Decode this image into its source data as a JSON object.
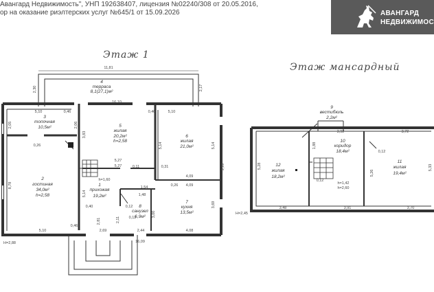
{
  "header": {
    "line1": "Авангард Недвижимость\", УНП 192638407, лицензия №02240/308 от 20.05.2016,",
    "line2": "ор на оказание риэлтерских услуг №645/1 от 15.09.2026"
  },
  "logo": {
    "line1": "АВАНГАРД",
    "line2": "НЕДВИЖИМОС",
    "icon": "knight-on-horse-icon"
  },
  "floor1": {
    "title": "Этаж 1",
    "rooms": [
      {
        "num": "4",
        "name": "терраса",
        "area": "8,1(27,1)м²"
      },
      {
        "num": "3",
        "name": "топочная",
        "area": "10,5м²"
      },
      {
        "num": "5",
        "name": "жилая",
        "area": "20,2м²",
        "height": "h=2,58"
      },
      {
        "num": "6",
        "name": "жилая",
        "area": "21,0м²"
      },
      {
        "num": "2",
        "name": "гостиная",
        "area": "34,0м²",
        "height": "h=2,58"
      },
      {
        "num": "1",
        "name": "прихожая",
        "area": "19,2м²"
      },
      {
        "num": "8",
        "name": "санузел",
        "area": "6,9м²"
      },
      {
        "num": "7",
        "name": "кухня",
        "area": "13,5м²"
      }
    ],
    "dims": [
      "11,81",
      "2,30",
      "2,17",
      "5,10",
      "0,46",
      "16,10",
      "0,46",
      "5,10",
      "2,05",
      "2,06",
      "3,83",
      "5,14",
      "5,14",
      "9,99",
      "0,26",
      "5,27",
      "5,27",
      "0,11",
      "0,31",
      "4,09",
      "4,09",
      "0,26",
      "h=1,60",
      "1,54",
      "1,48",
      "5,14",
      "8,78",
      "0,40",
      "0,12",
      "2,11",
      "2,81",
      "3,00",
      "3,69",
      "4,08",
      "5,10",
      "0,46",
      "2,69",
      "2,44",
      "16,09",
      "0,12"
    ],
    "level": "Н=2,88"
  },
  "attic": {
    "title": "Этаж мансардный",
    "rooms": [
      {
        "num": "9",
        "name": "вестибюль",
        "area": "2,2м²"
      },
      {
        "num": "10",
        "name": "коридор",
        "area": "18,4м²"
      },
      {
        "num": "12",
        "name": "жилая",
        "area": "18,2м²"
      },
      {
        "num": "11",
        "name": "жилая",
        "area": "19,4м²"
      }
    ],
    "dims": [
      "3,72",
      "3,92",
      "1,88",
      "0,12",
      "5,28",
      "5,26",
      "5,33",
      "0,12",
      "h=1,42",
      "h=2,60",
      "3,48",
      "3,91",
      "3,70"
    ],
    "level": "Н=2,45"
  }
}
